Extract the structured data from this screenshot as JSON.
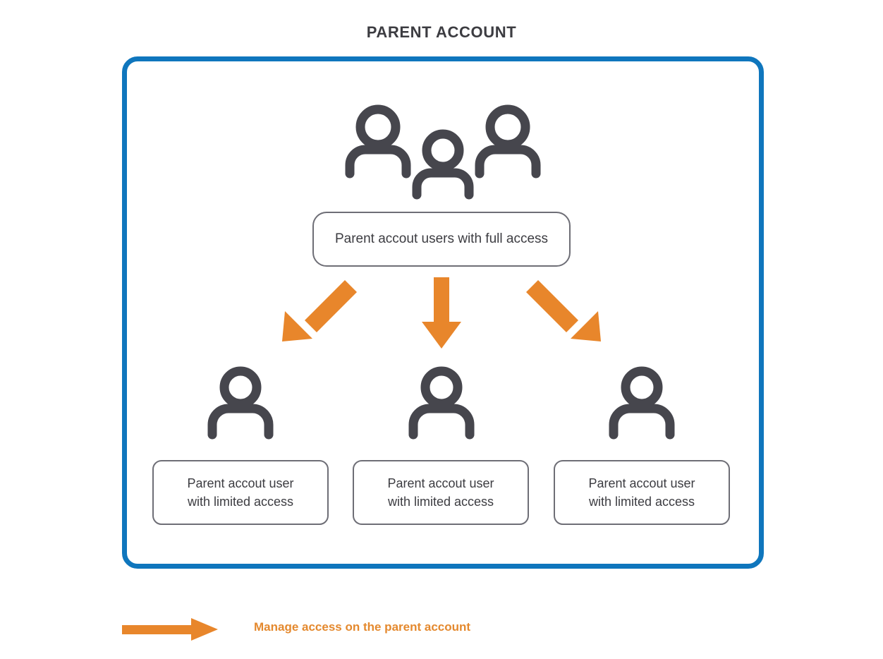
{
  "title": "PARENT ACCOUNT",
  "colors": {
    "container_border": "#0f76bd",
    "arrow_orange": "#e8862b",
    "box_border": "#6e6e76",
    "icon_gray": "#46464d",
    "title_text": "#3c3c41",
    "legend_text": "#e4892e"
  },
  "container": {
    "name": "parent-account-container",
    "group_icon": "three-people-icon",
    "parent_node": {
      "label": "Parent accout users with full access",
      "icon": "three-people-icon"
    },
    "arrows": [
      {
        "name": "arrow-to-left-child",
        "direction": "down-left"
      },
      {
        "name": "arrow-to-center-child",
        "direction": "down"
      },
      {
        "name": "arrow-to-right-child",
        "direction": "down-right"
      }
    ],
    "children": [
      {
        "icon": "person-icon",
        "line1": "Parent accout user",
        "line2": "with limited access"
      },
      {
        "icon": "person-icon",
        "line1": "Parent accout user",
        "line2": "with limited access"
      },
      {
        "icon": "person-icon",
        "line1": "Parent accout user",
        "line2": "with limited access"
      }
    ]
  },
  "legend": {
    "icon": "right-arrow-icon",
    "label": "Manage access on the parent account"
  }
}
